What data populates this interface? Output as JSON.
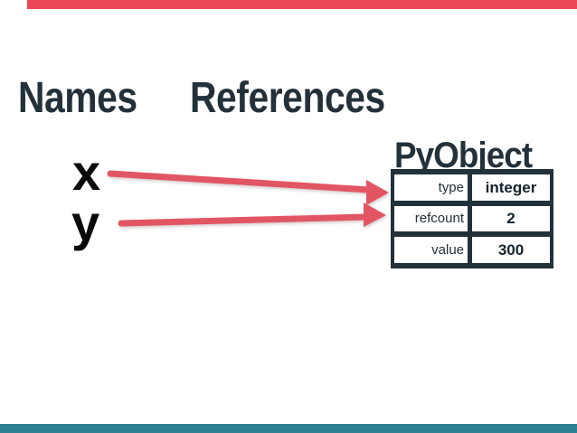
{
  "headings": {
    "names": "Names",
    "references": "References"
  },
  "names": [
    "x",
    "y"
  ],
  "pyobject": {
    "title": "PyObject",
    "rows": [
      {
        "label": "type",
        "value": "integer"
      },
      {
        "label": "refcount",
        "value": "2"
      },
      {
        "label": "value",
        "value": "300"
      }
    ]
  },
  "colors": {
    "ink": "#22313a",
    "value_text": "#15222a",
    "name_text": "#0a0a0a",
    "arrow": "#e25663",
    "top_bar": "#ea4656",
    "bottom_bar": "#2e8191"
  }
}
